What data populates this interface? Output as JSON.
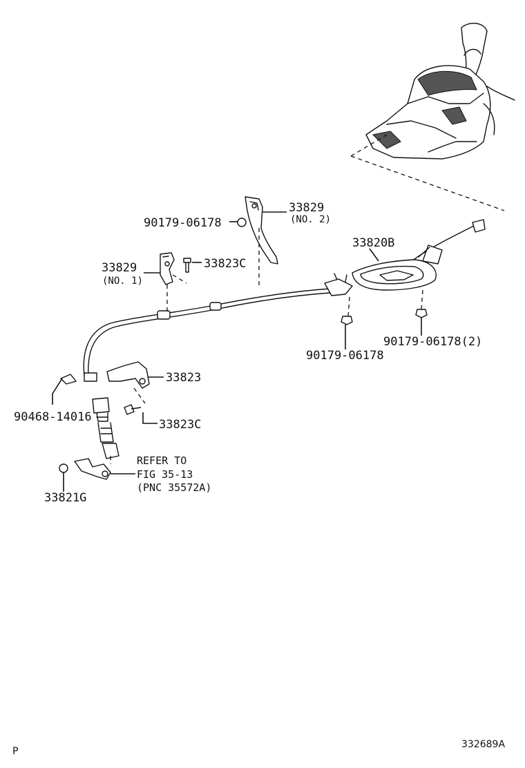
{
  "diagram_id": "332689A",
  "corner_mark": "P",
  "parts": {
    "p33829_no2": {
      "number": "33829",
      "note": "(NO. 2)"
    },
    "p90179_06178_top": {
      "number": "90179-06178"
    },
    "p33820B": {
      "number": "33820B"
    },
    "p33829_no1": {
      "number": "33829",
      "note": "(NO. 1)"
    },
    "p33823C_top": {
      "number": "33823C"
    },
    "p90179_06178_mid": {
      "number": "90179-06178"
    },
    "p90179_06178_2": {
      "number": "90179-06178(2)"
    },
    "p33823": {
      "number": "33823"
    },
    "p90468_14016": {
      "number": "90468-14016"
    },
    "p33823C_bottom": {
      "number": "33823C"
    },
    "p33821G": {
      "number": "33821G"
    }
  },
  "reference": {
    "line1": "REFER TO",
    "line2": "FIG 35-13",
    "line3": "(PNC 35572A)"
  }
}
